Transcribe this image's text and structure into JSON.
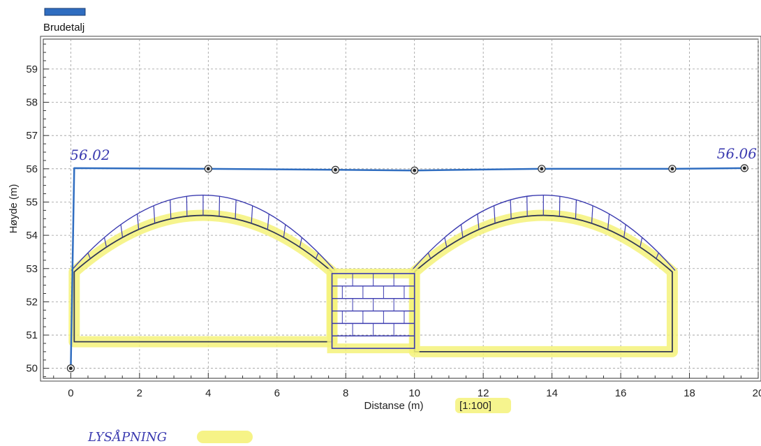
{
  "chart_data": {
    "type": "line",
    "legend": {
      "label": "Brudetalj",
      "color": "#2f6dc0",
      "position": "top-left"
    },
    "xlabel": "Distanse (m)",
    "ylabel": "Høyde (m)",
    "scale_label": "[1:100]",
    "xlim": [
      -0.8,
      20
    ],
    "ylim": [
      49.7,
      59.9
    ],
    "xticks": [
      0,
      2,
      4,
      6,
      8,
      10,
      12,
      14,
      16,
      18,
      20
    ],
    "yticks": [
      50,
      51,
      52,
      53,
      54,
      55,
      56,
      57,
      58,
      59
    ],
    "grid": true,
    "series": [
      {
        "name": "Brudetalj",
        "color": "#2f6dc0",
        "x": [
          0.0,
          0.1,
          4.0,
          7.7,
          10.0,
          13.7,
          17.5,
          19.6
        ],
        "y": [
          50.0,
          56.02,
          56.0,
          55.97,
          55.95,
          56.0,
          56.0,
          56.02
        ],
        "markers": [
          true,
          false,
          true,
          true,
          true,
          true,
          true,
          true
        ]
      }
    ],
    "annotations": [
      {
        "text": "56.02",
        "x": 0.1,
        "y": 56.02
      },
      {
        "text": "56.06",
        "x": 19.6,
        "y": 56.06
      }
    ],
    "sketch": {
      "note": "LYSÅPNING",
      "ink_color": "#3b3bb0",
      "highlight_color": "#f5f27a",
      "openings": [
        {
          "x_left": 0.1,
          "x_right": 7.6,
          "spring_y": 52.9,
          "crown_y": 54.6,
          "bottom_y": 50.8
        },
        {
          "x_left": 10.0,
          "x_right": 17.5,
          "spring_y": 52.9,
          "crown_y": 54.6,
          "bottom_y": 50.5
        }
      ],
      "pier": {
        "x_left": 7.6,
        "x_right": 10.0,
        "top_y": 52.85,
        "bottom_y": 50.6
      }
    }
  }
}
